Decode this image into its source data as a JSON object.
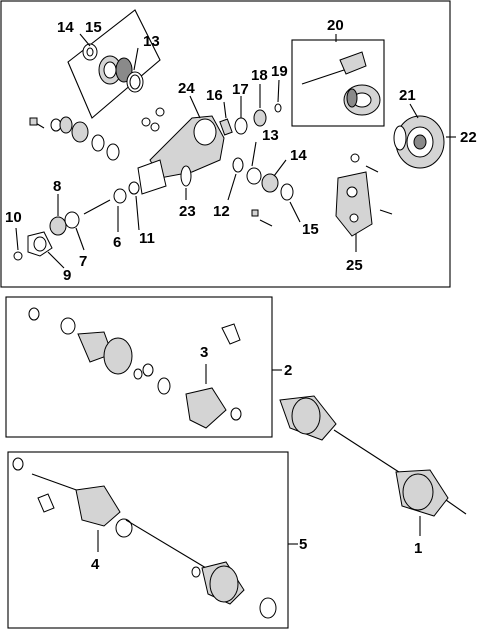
{
  "diagram": {
    "type": "exploded-parts-diagram",
    "callouts": {
      "c1": "1",
      "c2": "2",
      "c3": "3",
      "c4": "4",
      "c5": "5",
      "c6": "6",
      "c7": "7",
      "c8": "8",
      "c9": "9",
      "c10": "10",
      "c11": "11",
      "c12": "12",
      "c13a": "13",
      "c13b": "13",
      "c14a": "14",
      "c14b": "14",
      "c15a": "15",
      "c15b": "15",
      "c16": "16",
      "c17": "17",
      "c18": "18",
      "c19": "19",
      "c20": "20",
      "c21": "21",
      "c22": "22",
      "c23": "23",
      "c24": "24",
      "c25": "25"
    }
  }
}
